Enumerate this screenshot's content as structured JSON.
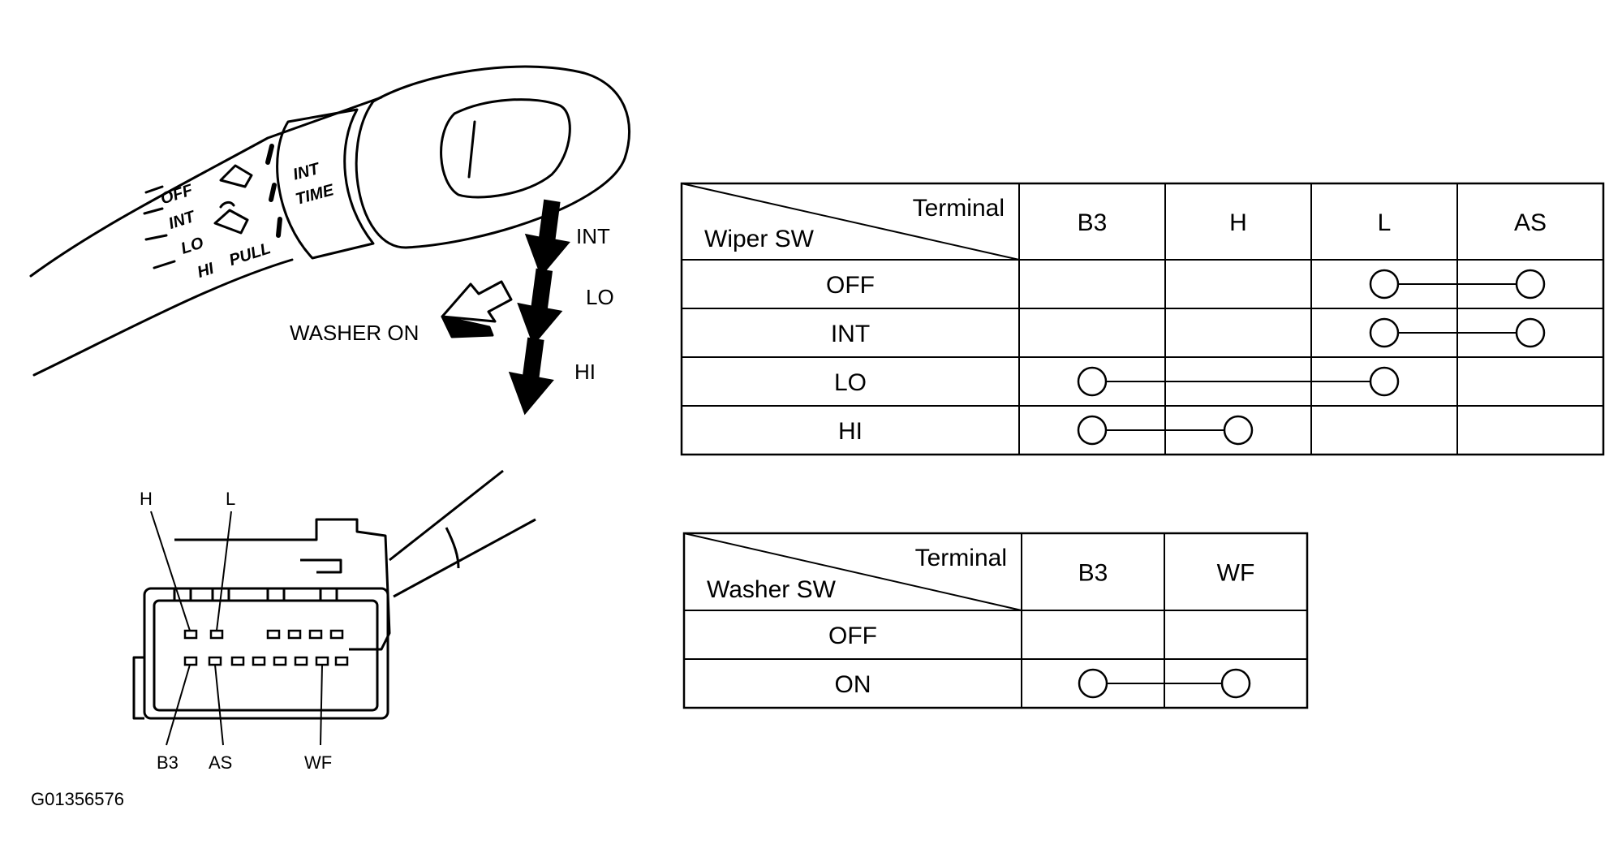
{
  "figure_id": "G01356576",
  "lever": {
    "positions": [
      "OFF",
      "INT",
      "LO",
      "HI"
    ],
    "pull_label": "PULL",
    "int_time_label": "INT TIME",
    "arrows": [
      "INT",
      "LO",
      "HI"
    ],
    "washer_label": "WASHER ON"
  },
  "connector": {
    "top_labels": [
      "H",
      "L"
    ],
    "bottom_labels": [
      "B3",
      "AS",
      "WF"
    ]
  },
  "wiper_table": {
    "corner_terminal": "Terminal",
    "corner_switch": "Wiper SW",
    "columns": [
      "B3",
      "H",
      "L",
      "AS"
    ],
    "rows": [
      {
        "label": "OFF",
        "connect": [
          "L",
          "AS"
        ]
      },
      {
        "label": "INT",
        "connect": [
          "L",
          "AS"
        ]
      },
      {
        "label": "LO",
        "connect": [
          "B3",
          "L"
        ]
      },
      {
        "label": "HI",
        "connect": [
          "B3",
          "H"
        ]
      }
    ]
  },
  "washer_table": {
    "corner_terminal": "Terminal",
    "corner_switch": "Washer SW",
    "columns": [
      "B3",
      "WF"
    ],
    "rows": [
      {
        "label": "OFF",
        "connect": []
      },
      {
        "label": "ON",
        "connect": [
          "B3",
          "WF"
        ]
      }
    ]
  }
}
